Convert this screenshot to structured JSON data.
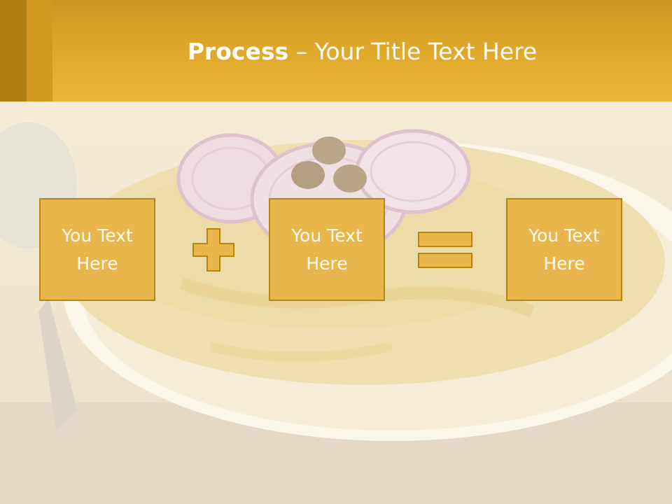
{
  "slide": {
    "title_bold": "Process",
    "title_rest": " – Your Title Text Here",
    "boxes": [
      {
        "label": "You Text Here"
      },
      {
        "label": "You Text Here"
      },
      {
        "label": "You Text Here"
      }
    ],
    "operators": [
      "plus-icon",
      "equals-icon"
    ]
  },
  "colors": {
    "header": "#e2aa2c",
    "header_stripe_dark": "#b07d10",
    "header_stripe_mid": "#cf9a1f",
    "box_fill": "#e8b64c",
    "box_border": "#b8860b",
    "text_light": "#fffdf5"
  }
}
